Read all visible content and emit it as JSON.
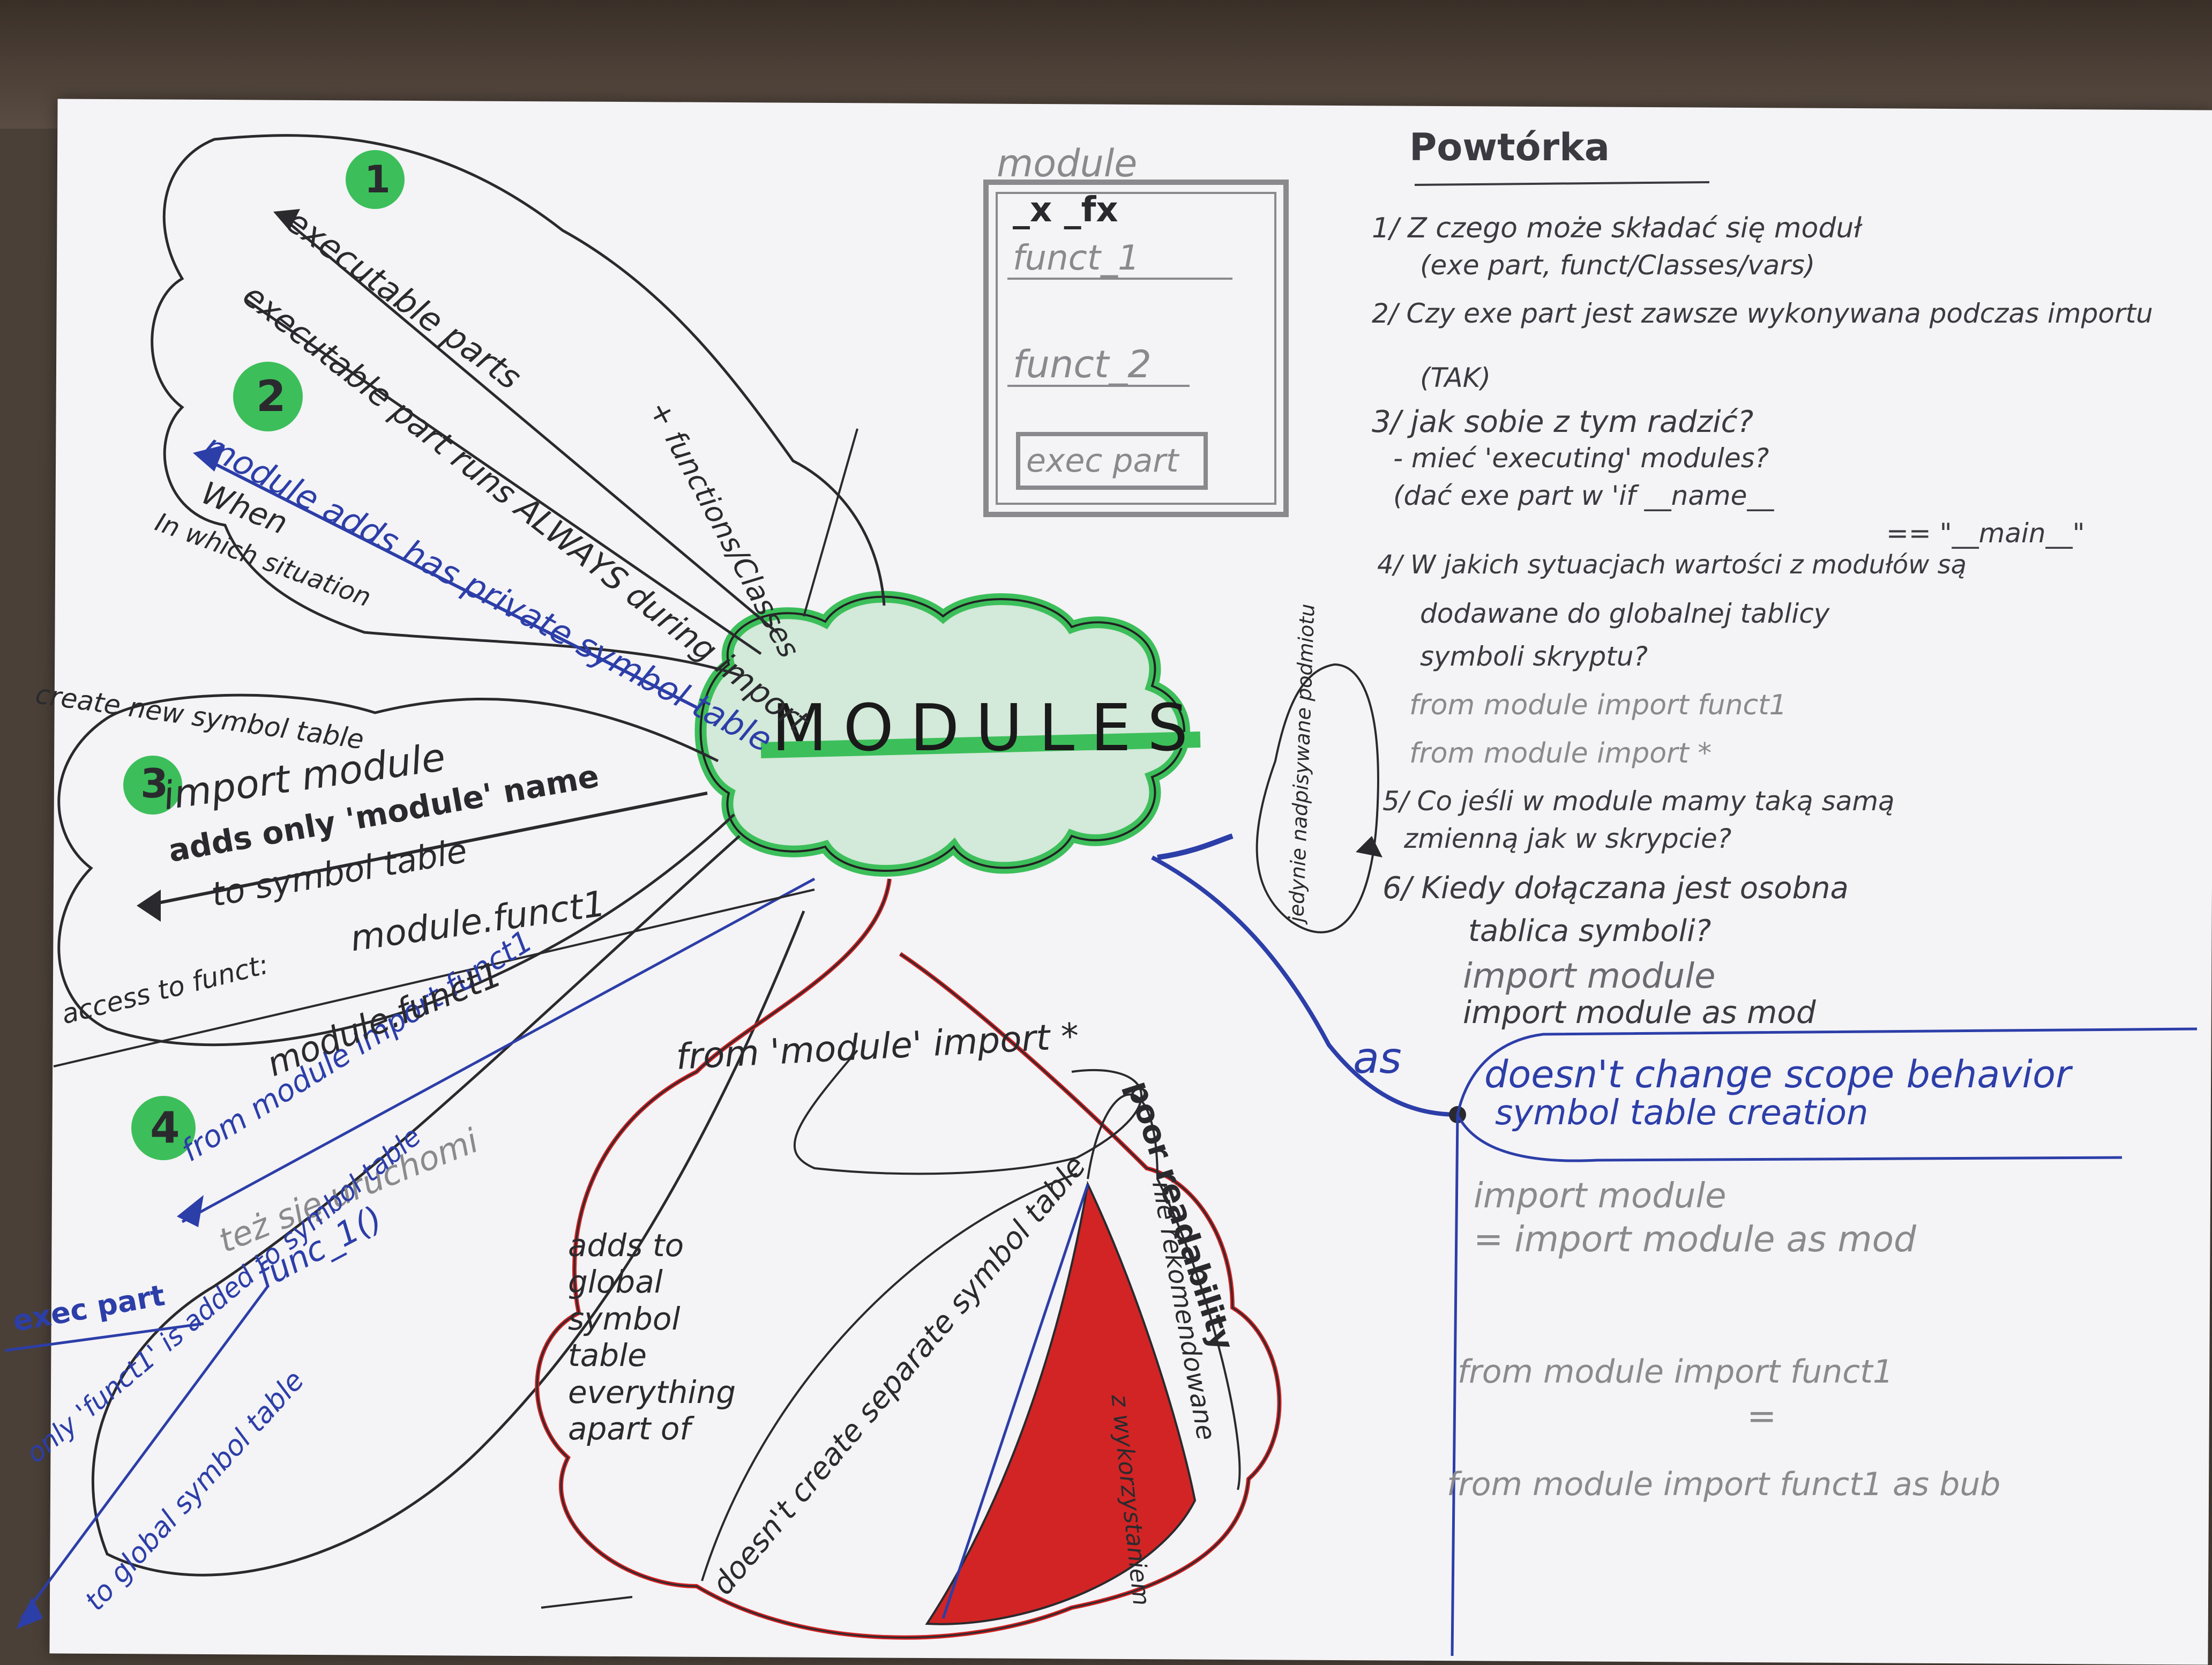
{
  "center": {
    "title": "MODULES"
  },
  "module_box": {
    "title": "module",
    "vars": "_x  _fx",
    "funct1": "funct_1",
    "funct2": "funct_2",
    "exec": "exec part"
  },
  "branch1": {
    "number": "1",
    "line1": "executable parts",
    "line2": "+ functions/Classes"
  },
  "branch2": {
    "number": "2",
    "line1": "executable part runs ALWAYS during import",
    "line2": "module adds has private symbol table",
    "line3": "When",
    "line4": "In which situation"
  },
  "branch3": {
    "number": "3",
    "header": "create new symbol table",
    "line1": "import module",
    "line2": "adds only 'module' name",
    "line3": "to symbol table",
    "line4": "module.funct1",
    "line5": "access to funct:"
  },
  "branch4": {
    "number": "4",
    "line1": "from module import funct1",
    "line2": "module.funct1",
    "line3": "też się uruchomi",
    "line4": "exec part",
    "line5": "func_1()",
    "line6": "only 'funct1' is added to symbol table",
    "line7": "to global symbol table"
  },
  "branch_from": {
    "header": "from 'module' import *",
    "adds": "adds to global symbol table everything apart of",
    "sep": "doesn't create separate symbol table",
    "poor": "poor readability",
    "nie": "nie rekomendowane",
    "z": "z wykorzystaniem"
  },
  "bubble_label": "jedynie nadpisywane podmiotu",
  "as_branch": {
    "label": "as",
    "line1": "doesn't change scope behavior",
    "line2": "symbol table creation",
    "line3": "import module",
    "line4": "= import module as mod",
    "line5": "from module import funct1",
    "line6": "=",
    "line7": "from module import funct1 as bub"
  },
  "list": {
    "title": "Powtórka",
    "items": [
      "1/ Z czego może składać się moduł",
      "(exe part, funct/Classes/vars)",
      "2/ Czy exe part jest zawsze wykonywana podczas importu",
      "(TAK)",
      "3/ jak sobie z tym radzić?",
      "- mieć 'executing' modules?",
      "(dać exe part w 'if __name__",
      "== \"__main__\"",
      "4/ W jakich sytuacjach wartości z modułów są",
      "dodawane do globalnej tablicy",
      "symboli skryptu?",
      "from module import funct1",
      "from module import *",
      "5/ Co jeśli w module mamy taką samą",
      "zmienną jak w skrypcie?",
      "6/ Kiedy dołączana jest osobna",
      "tablica symboli?",
      "import module",
      "import module as mod"
    ]
  },
  "colors": {
    "paper": "#f4f3f6",
    "ink_black": "#2a2a2e",
    "ink_blue": "#2c3ea8",
    "ink_red": "#d02020",
    "marker_green": "#3cbf5a",
    "pencil": "#8a8a8e"
  }
}
